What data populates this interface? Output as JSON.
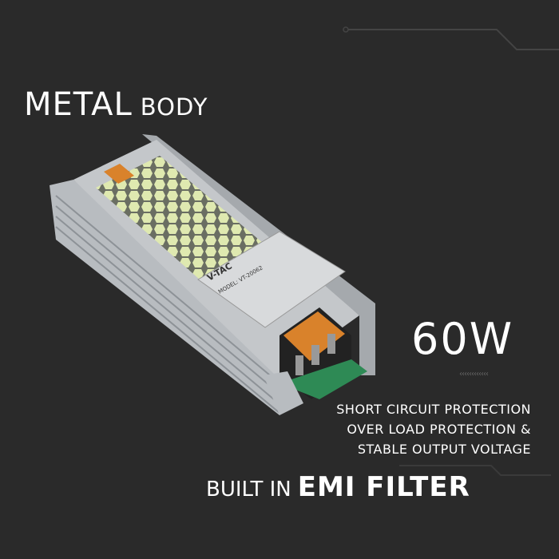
{
  "headline": {
    "metal": "METAL",
    "body": "BODY"
  },
  "power": {
    "value": "60W",
    "chevrons": "‹‹‹‹‹‹‹‹‹‹‹‹"
  },
  "features": [
    "SHORT CIRCUIT PROTECTION",
    "OVER LOAD PROTECTION &",
    "STABLE OUTPUT VOLTAGE"
  ],
  "emi": {
    "prefix": "BUILT IN",
    "highlight": "EMI FILTER"
  },
  "product_label": {
    "brand": "V-TAC",
    "model": "MODEL: VT-20062"
  },
  "colors": {
    "background": "#2a2a2a",
    "text": "#ffffff",
    "terminal": "#d9822b"
  }
}
